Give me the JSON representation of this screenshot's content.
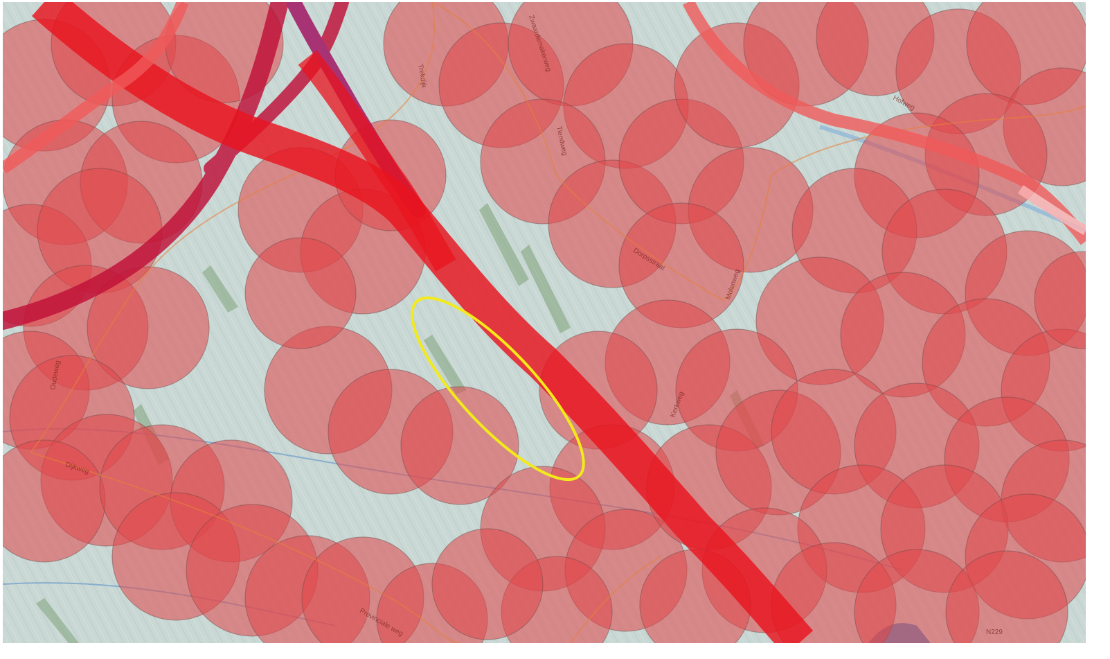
{
  "map": {
    "street_labels": [
      "Trekdijk",
      "Zwaardemakerweg",
      "Tiendweg",
      "Dorpsstraat",
      "Molenweg",
      "Kerkweg",
      "Oudeweg",
      "Dijkweg",
      "Provinciale weg",
      "Hofweg",
      "N229"
    ],
    "highlight_color": "#f2ea1a",
    "buffer_color": "#e0474a",
    "road_color": "#e8141e",
    "railway_color": "#c01038",
    "background_color": "#c9d8d4"
  }
}
